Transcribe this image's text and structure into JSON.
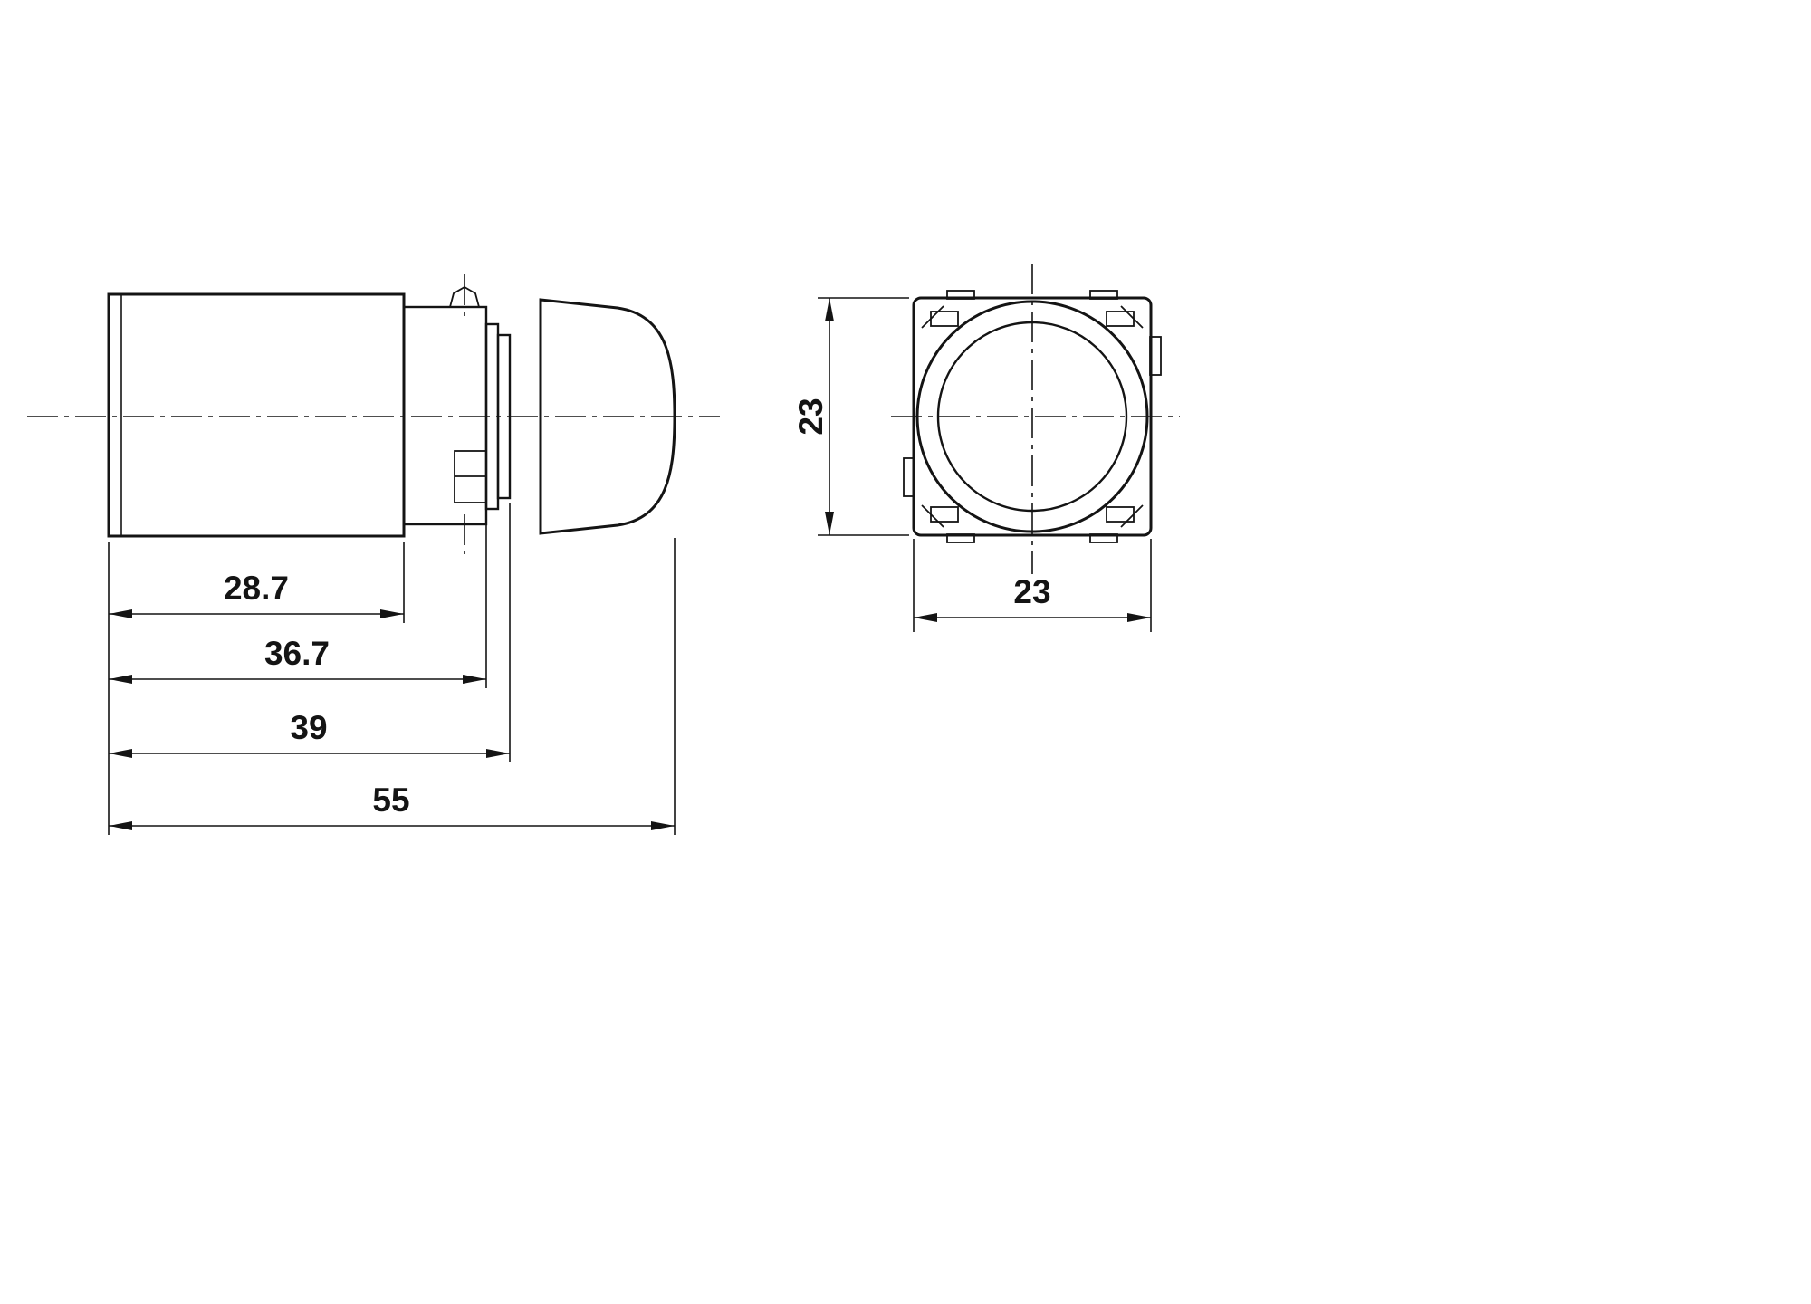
{
  "drawing": {
    "type": "technical-dimension-drawing",
    "subject": "push-button switch, side view and front view",
    "line_color": "#141414",
    "background_color": "#ffffff",
    "side_view": {
      "name": "side-view",
      "dimensions": {
        "body_length": "28.7",
        "behind_panel_length": "36.7",
        "with_rings_length": "39",
        "overall_length": "55"
      }
    },
    "front_view": {
      "name": "front-view",
      "dimensions": {
        "height": "23",
        "width": "23"
      }
    }
  }
}
